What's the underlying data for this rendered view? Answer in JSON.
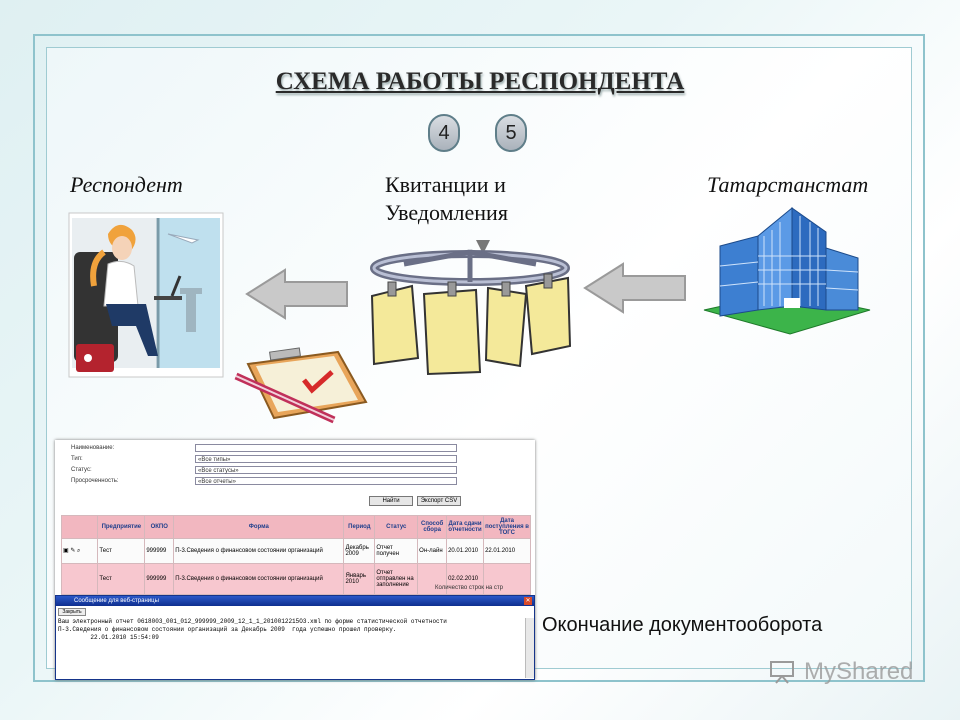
{
  "title": "СХЕМА РАБОТЫ РЕСПОНДЕНТА",
  "steps": [
    "4",
    "5"
  ],
  "labels": {
    "respondent": "Респондент",
    "receipts_line1": "Квитанции и",
    "receipts_line2": "Уведомления",
    "tatarstanstat": "Татарстанстат",
    "end": "Окончание документооборота"
  },
  "screenshot": {
    "filters": [
      {
        "label": "Наименование:",
        "value": ""
      },
      {
        "label": "Тип:",
        "value": "«Все типы»"
      },
      {
        "label": "Статус:",
        "value": "«Все статусы»"
      },
      {
        "label": "Просроченность:",
        "value": "«Все отчеты»"
      }
    ],
    "buttons": {
      "find": "Найти",
      "export": "Экспорт CSV"
    },
    "columns": [
      "Предприятие",
      "ОКПО",
      "Форма",
      "Период",
      "Статус",
      "Способ сбора",
      "Дата сдачи отчетности",
      "Дата поступления в ТОГС"
    ],
    "rows": [
      [
        "Тест",
        "999999",
        "П-3.Сведения о финансовом состоянии организаций",
        "Декабрь 2009",
        "Отчет получен",
        "Он-лайн",
        "20.01.2010",
        "22.01.2010"
      ],
      [
        "Тест",
        "999999",
        "П-3.Сведения о финансовом состоянии организаций",
        "Январь 2010",
        "Отчет отправлен на заполнение",
        "",
        "02.02.2010",
        ""
      ]
    ],
    "pager": "Количество строк на стр",
    "dialog": {
      "title": "Сообщение для веб-страницы",
      "button": "Закрыть",
      "text1": "Ваш электронный отчет 0618003_001_012_999999_2009_12_1_1_2010012215O3.xml по форме статистической отчетности",
      "text2": "П-3.Сведения о финансовом состоянии организаций за Декабрь 2009  года успешно прошел проверку.",
      "text3": "         22.01.2010 15:54:09"
    }
  },
  "watermark": "MyShared",
  "colors": {
    "accent": "#8ec3cc",
    "arrow": "#c9c9c9",
    "building": "#3d7fd1",
    "paper": "#f4e99a"
  }
}
